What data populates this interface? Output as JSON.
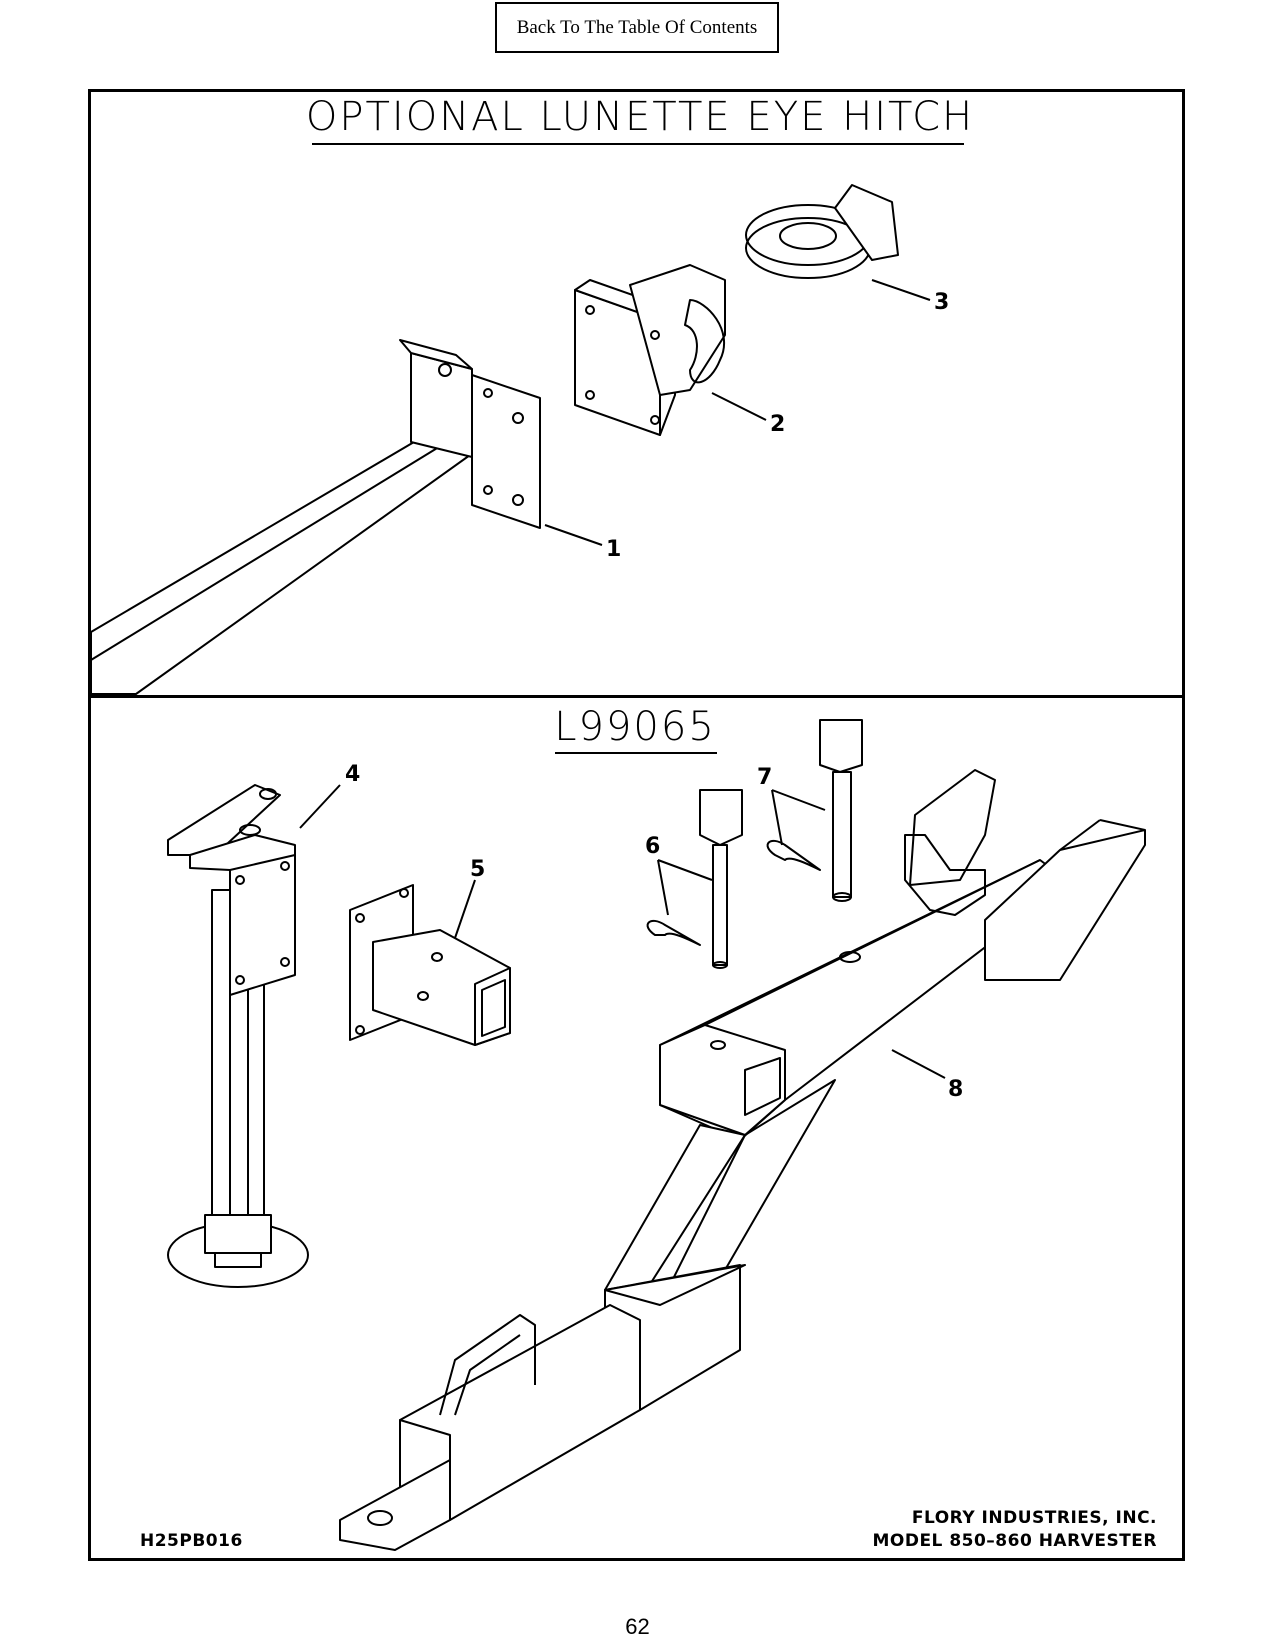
{
  "nav": {
    "toc_label": "Back To The Table Of Contents"
  },
  "top_section": {
    "title": "OPTIONAL LUNETTE EYE HITCH"
  },
  "bottom_section": {
    "title": "L99065"
  },
  "callouts": [
    "1",
    "2",
    "3",
    "4",
    "5",
    "6",
    "7",
    "8"
  ],
  "footer": {
    "drawing_code": "H25PB016",
    "maker_line1": "FLORY INDUSTRIES, INC.",
    "maker_line2": "MODEL 850–860 HARVESTER"
  },
  "page_number": "62"
}
